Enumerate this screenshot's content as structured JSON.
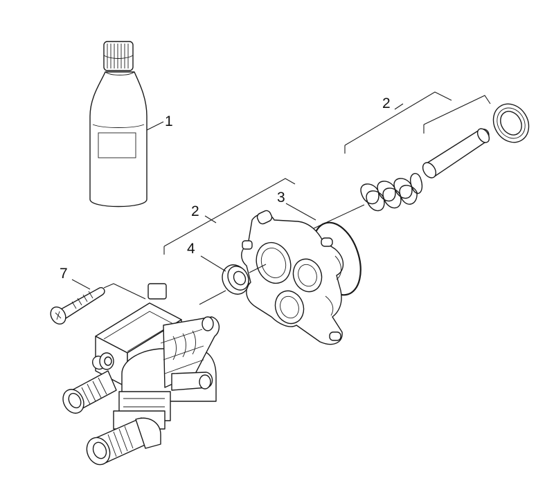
{
  "callouts": {
    "bottle": "1",
    "valve_kit_top": "2",
    "valve_kit_mid": "2",
    "o_ring": "3",
    "seal": "4",
    "screw": "7"
  },
  "colors": {
    "line": "#1a1a1a",
    "background": "#ffffff"
  }
}
